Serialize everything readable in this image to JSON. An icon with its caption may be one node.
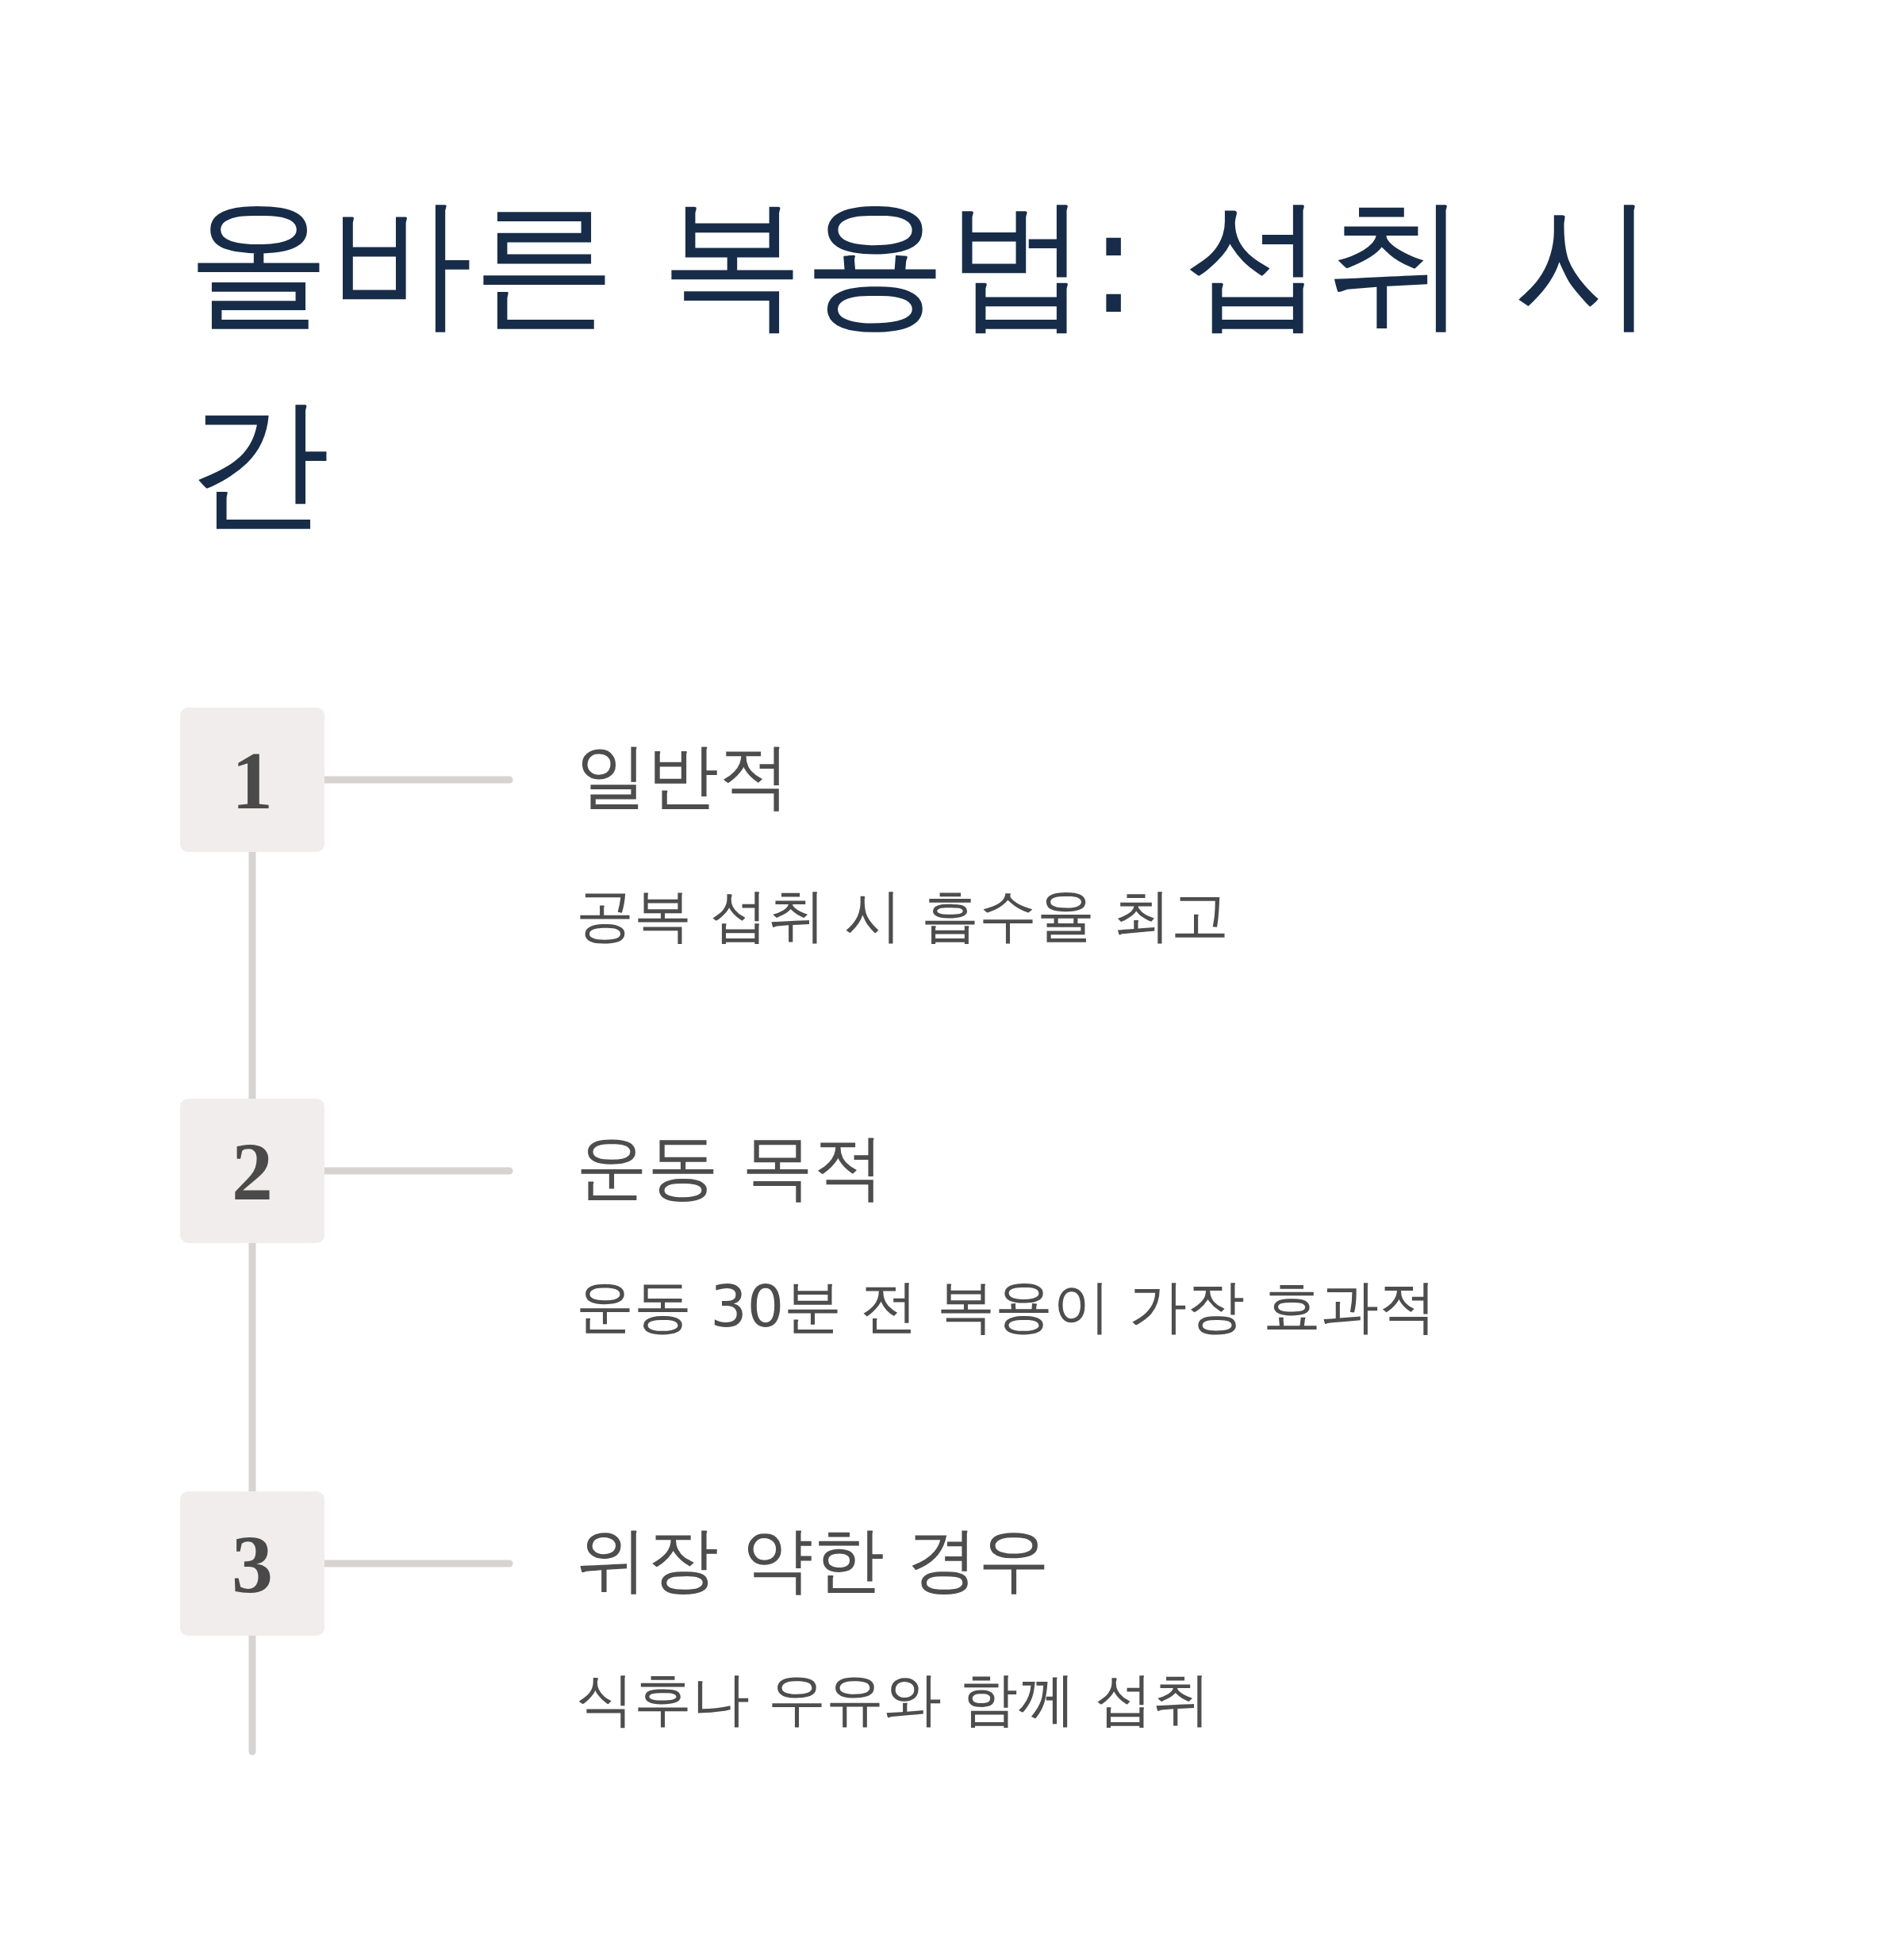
{
  "diagram": {
    "title": "올바른 복용법: 섭취 시간",
    "nodes": [
      {
        "text": [
          "1"
        ]
      },
      {
        "text": [
          "일반적",
          "공복 섭취 시 흡수율 최고"
        ]
      },
      {
        "text": [
          "2"
        ]
      },
      {
        "text": [
          "운동 목적",
          "운동 30분 전 복용이 가장 효과적"
        ]
      },
      {
        "text": [
          "3"
        ]
      },
      {
        "text": [
          "위장 약한 경우",
          "식후나 우유와 함께 섭취"
        ]
      }
    ],
    "edges": [
      {
        "from": 0,
        "to": 1,
        "arrow": "none"
      },
      {
        "from": 0,
        "to": 2,
        "arrow": "none"
      },
      {
        "from": 2,
        "to": 3,
        "arrow": "none"
      },
      {
        "from": 2,
        "to": 4,
        "arrow": "none"
      },
      {
        "from": 4,
        "to": 5,
        "arrow": "none"
      },
      {
        "from": 4,
        "to": null,
        "arrow": "none"
      }
    ]
  }
}
